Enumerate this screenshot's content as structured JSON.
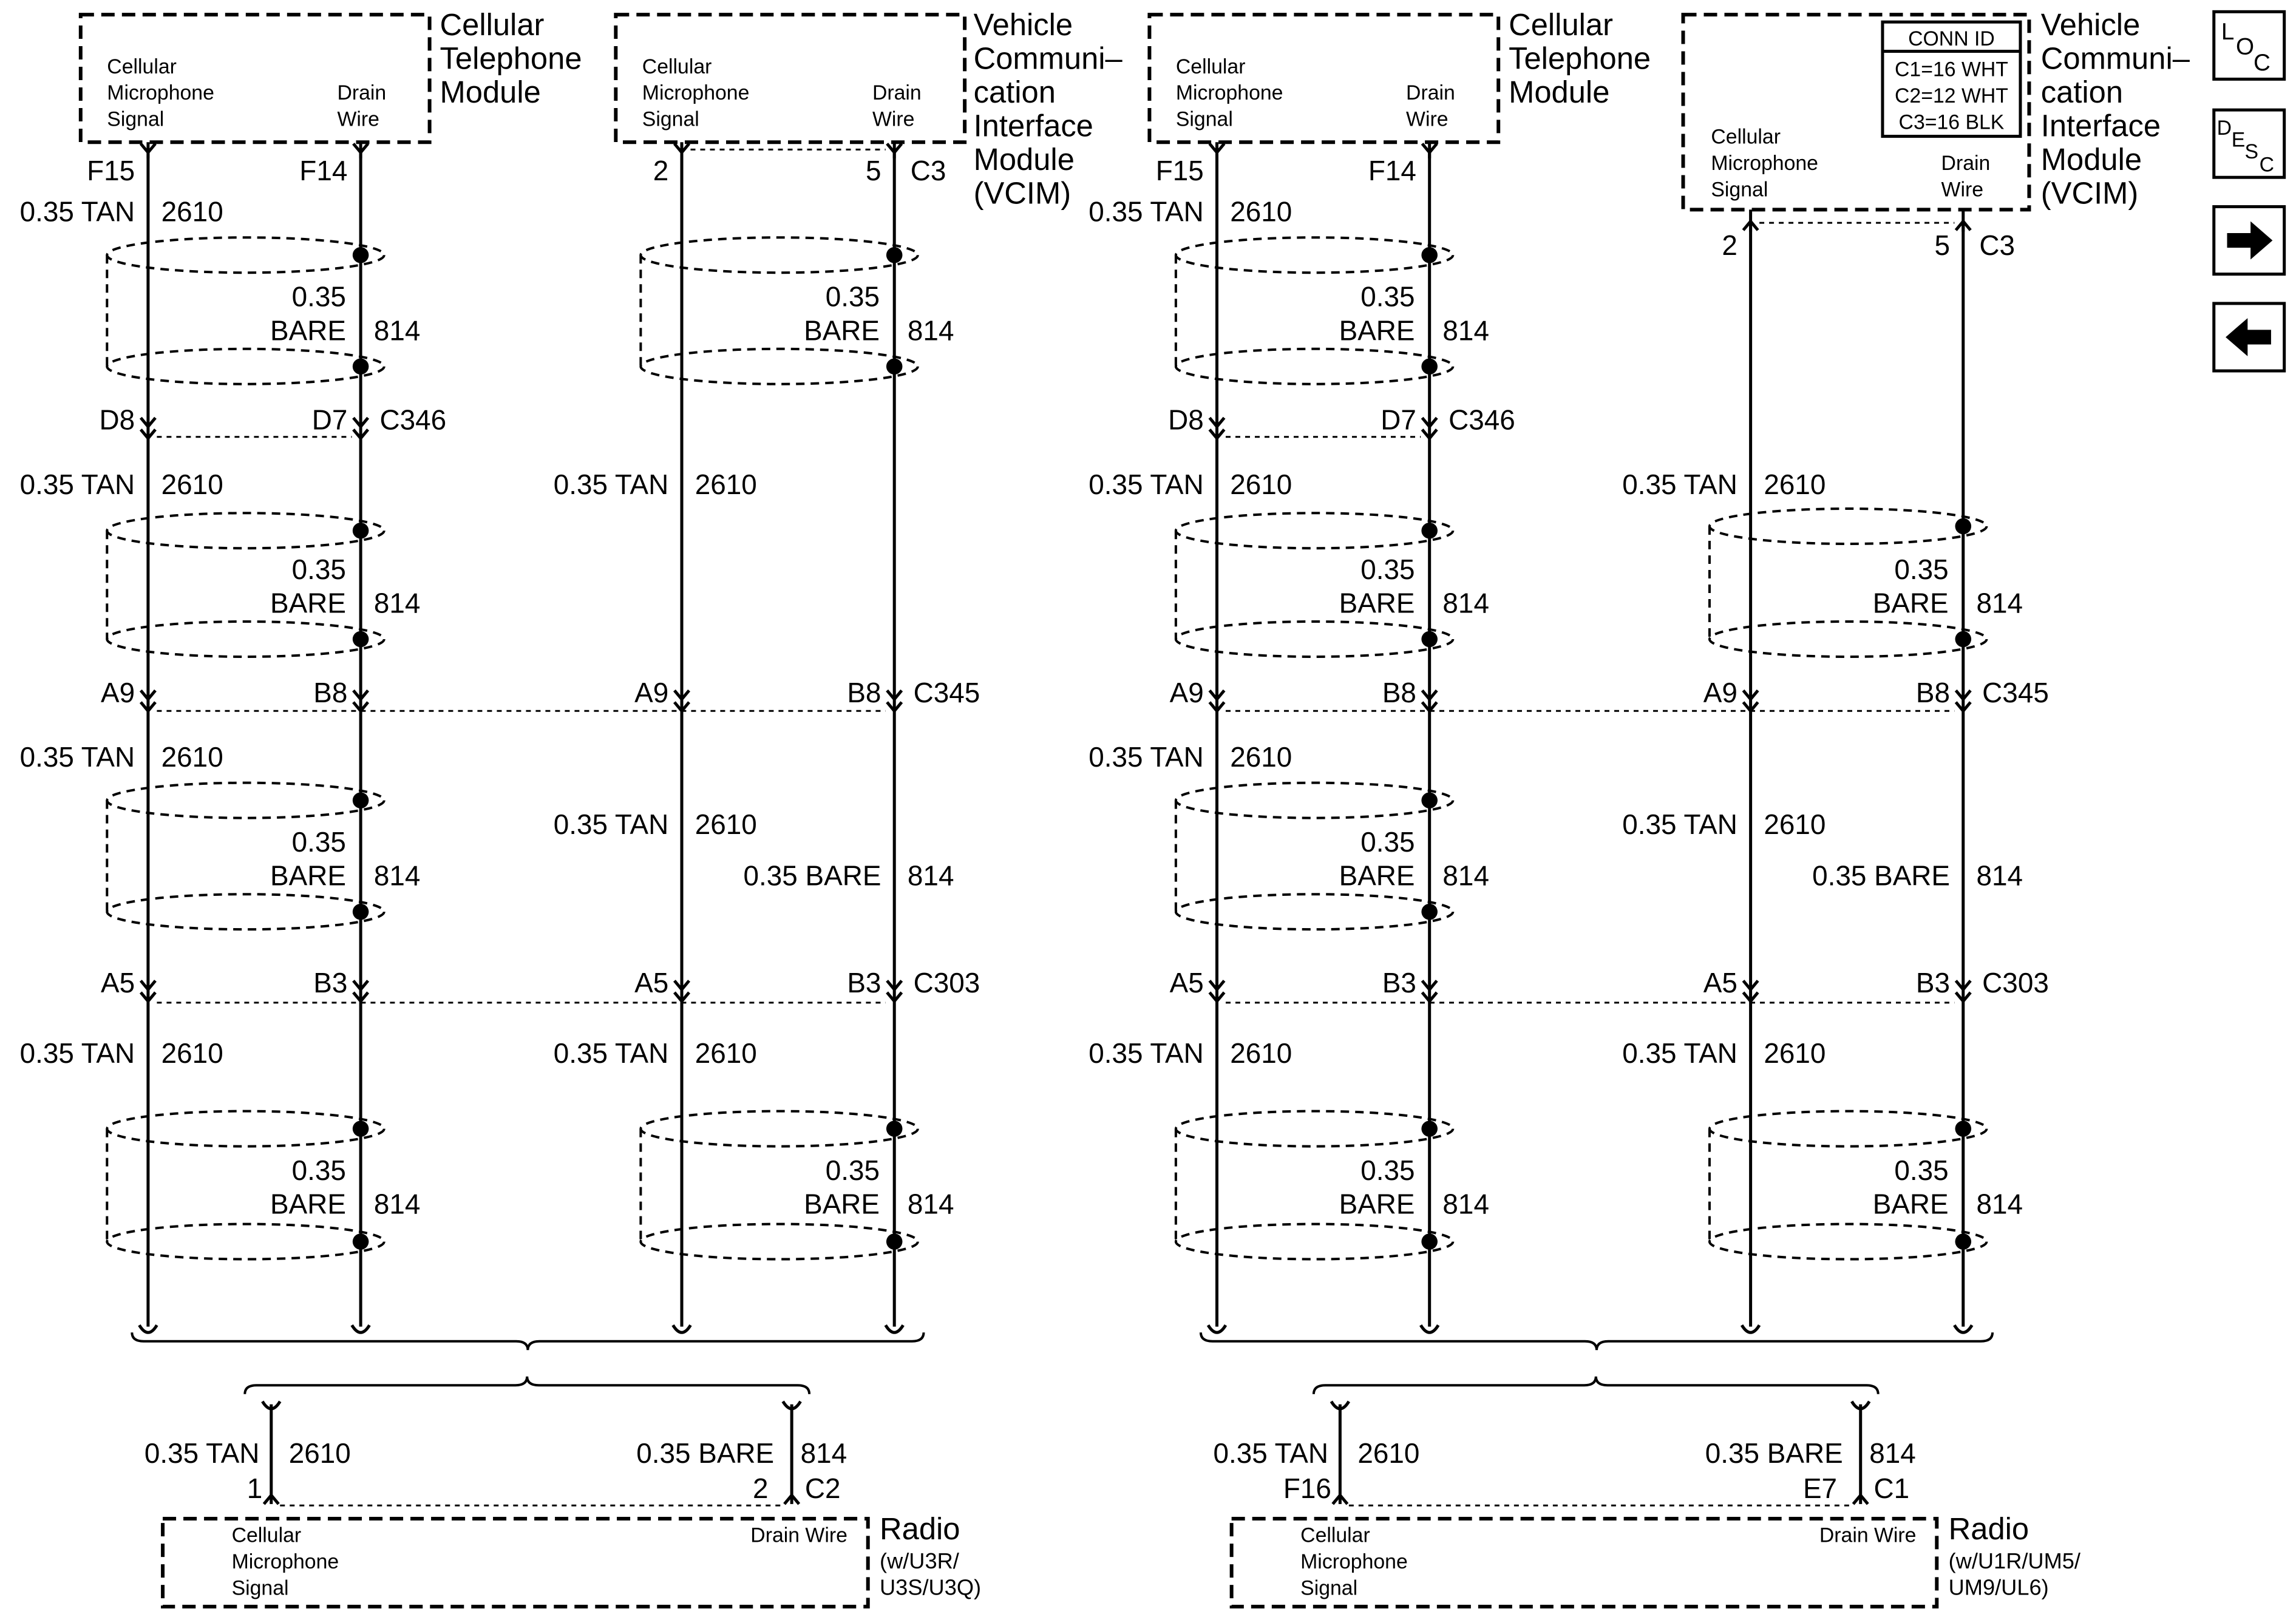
{
  "nav": {
    "loc": {
      "a": "L",
      "b": "O",
      "c": "C"
    },
    "desc": {
      "a": "D",
      "b": "E",
      "c": "S",
      "d": "C"
    }
  },
  "diagrams": [
    {
      "modules": [
        {
          "name_lines": [
            "Cellular",
            "Telephone",
            "Module"
          ],
          "pin_labels": [
            "Cellular",
            "Microphone",
            "Signal"
          ],
          "drain_labels": [
            "Drain",
            "Wire"
          ],
          "pins": {
            "left": "F15",
            "right": "F14"
          },
          "connector": ""
        },
        {
          "name_lines": [
            "Vehicle",
            "Communi–",
            "cation",
            "Interface",
            "Module",
            "(VCIM)"
          ],
          "pin_labels": [
            "Cellular",
            "Microphone",
            "Signal"
          ],
          "drain_labels": [
            "Drain",
            "Wire"
          ],
          "pins": {
            "left": "2",
            "right": "5"
          },
          "connector": "C3"
        }
      ],
      "segments": {
        "a": {
          "wire_left": [
            "0.35 TAN",
            "2610"
          ],
          "shield": [
            "0.35",
            "BARE",
            "814"
          ]
        },
        "conn_c346": {
          "pins": [
            "D8",
            "D7"
          ],
          "id": "C346"
        },
        "b_left": {
          "wire_left": [
            "0.35 TAN",
            "2610"
          ],
          "shield": [
            "0.35",
            "BARE",
            "814"
          ]
        },
        "b_right": {
          "wire_left": [
            "0.35 TAN",
            "2610"
          ]
        },
        "conn_c345": {
          "pins": [
            "A9",
            "B8",
            "A9",
            "B8"
          ],
          "id": "C345"
        },
        "c_left": {
          "wire_left": [
            "0.35 TAN",
            "2610"
          ],
          "shield": [
            "0.35",
            "BARE",
            "814"
          ]
        },
        "c_right": {
          "wire_left": [
            "0.35 TAN",
            "2610"
          ],
          "wire_right": [
            "0.35 BARE",
            "814"
          ]
        },
        "conn_c303": {
          "pins": [
            "A5",
            "B3",
            "A5",
            "B3"
          ],
          "id": "C303"
        },
        "d": {
          "wire_left": [
            "0.35 TAN",
            "2610"
          ],
          "shield": [
            "0.35",
            "BARE",
            "814"
          ]
        }
      },
      "radio": {
        "wire_left": [
          "0.35 TAN",
          "2610"
        ],
        "wire_right": [
          "0.35 BARE",
          "814"
        ],
        "pins": {
          "left": "1",
          "right": "2"
        },
        "connector": "C2",
        "pin_labels": [
          "Cellular",
          "Microphone",
          "Signal"
        ],
        "drain_label": "Drain Wire",
        "name_lines": [
          "Radio",
          "(w/U3R/",
          "U3S/U3Q)"
        ]
      }
    },
    {
      "modules": [
        {
          "name_lines": [
            "Cellular",
            "Telephone",
            "Module"
          ],
          "pin_labels": [
            "Cellular",
            "Microphone",
            "Signal"
          ],
          "drain_labels": [
            "Drain",
            "Wire"
          ],
          "pins": {
            "left": "F15",
            "right": "F14"
          },
          "connector": ""
        },
        {
          "name_lines": [
            "Vehicle",
            "Communi–",
            "cation",
            "Interface",
            "Module",
            "(VCIM)"
          ],
          "pin_labels": [
            "Cellular",
            "Microphone",
            "Signal"
          ],
          "drain_labels": [
            "Drain",
            "Wire"
          ],
          "pins": {
            "left": "2",
            "right": "5"
          },
          "connector": "C3",
          "conn_id": {
            "title": "CONN ID",
            "rows": [
              "C1=16 WHT",
              "C2=12 WHT",
              "C3=16 BLK"
            ]
          }
        }
      ],
      "segments": {
        "a": {
          "wire_left": [
            "0.35 TAN",
            "2610"
          ],
          "shield": [
            "0.35",
            "BARE",
            "814"
          ]
        },
        "conn_c346": {
          "pins": [
            "D8",
            "D7"
          ],
          "id": "C346"
        },
        "b_left": {
          "wire_left": [
            "0.35 TAN",
            "2610"
          ],
          "shield": [
            "0.35",
            "BARE",
            "814"
          ]
        },
        "b_right": {
          "wire_left": [
            "0.35 TAN",
            "2610"
          ],
          "shield": [
            "0.35",
            "BARE",
            "814"
          ]
        },
        "conn_c345": {
          "pins": [
            "A9",
            "B8",
            "A9",
            "B8"
          ],
          "id": "C345"
        },
        "c_left": {
          "wire_left": [
            "0.35 TAN",
            "2610"
          ],
          "shield": [
            "0.35",
            "BARE",
            "814"
          ]
        },
        "c_right": {
          "wire_left": [
            "0.35 TAN",
            "2610"
          ],
          "wire_right": [
            "0.35 BARE",
            "814"
          ]
        },
        "conn_c303": {
          "pins": [
            "A5",
            "B3",
            "A5",
            "B3"
          ],
          "id": "C303"
        },
        "d": {
          "wire_left": [
            "0.35 TAN",
            "2610"
          ],
          "shield": [
            "0.35",
            "BARE",
            "814"
          ]
        }
      },
      "radio": {
        "wire_left": [
          "0.35 TAN",
          "2610"
        ],
        "wire_right": [
          "0.35 BARE",
          "814"
        ],
        "pins": {
          "left": "F16",
          "right": "E7"
        },
        "connector": "C1",
        "pin_labels": [
          "Cellular",
          "Microphone",
          "Signal"
        ],
        "drain_label": "Drain Wire",
        "name_lines": [
          "Radio",
          "(w/U1R/UM5/",
          "UM9/UL6)"
        ]
      }
    }
  ]
}
